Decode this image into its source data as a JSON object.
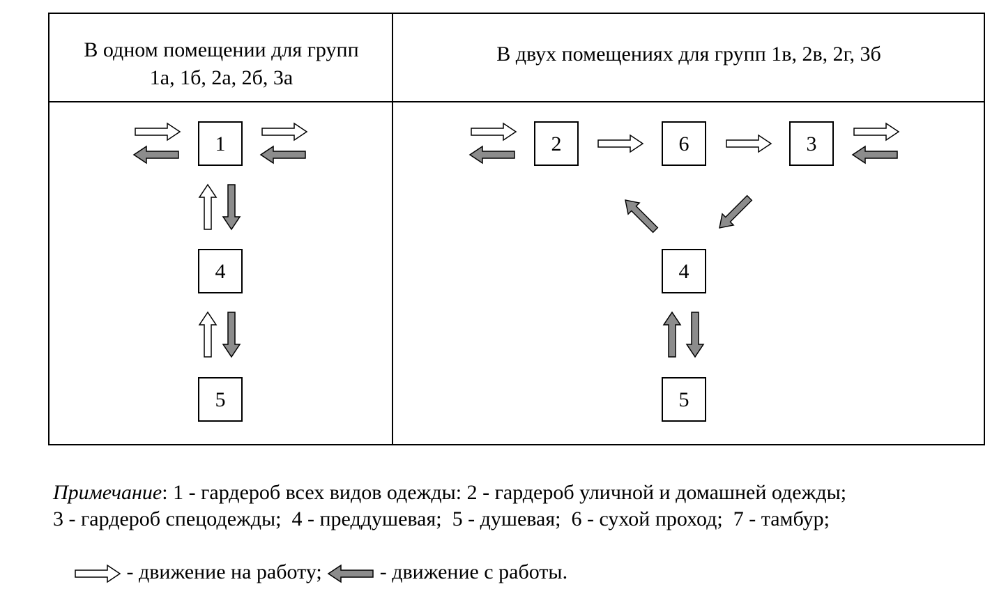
{
  "table": {
    "left_header": [
      "В одном помещении для групп",
      "1а, 1б, 2а, 2б, 3а"
    ],
    "right_header": "В двух помещениях для групп 1в, 2в, 2г, 3б"
  },
  "rooms": {
    "left": [
      "1",
      "4",
      "5"
    ],
    "right": [
      "2",
      "6",
      "3",
      "4",
      "5"
    ]
  },
  "note": {
    "title": "Примечание",
    "line1": ": 1 - гардероб всех видов одежды: 2 - гардероб уличной и домашней одежды;",
    "line2": "3 - гардероб спецодежды;  4 - преддушевая;  5 - душевая;  6 - сухой проход;  7 - тамбур;",
    "legend_to_work": " - движение на работу; ",
    "legend_from_work": " - движение с работы."
  },
  "colors": {
    "arrow_to_work": "#ffffff",
    "arrow_from_work": "#8c8c8c",
    "line": "#000000"
  }
}
